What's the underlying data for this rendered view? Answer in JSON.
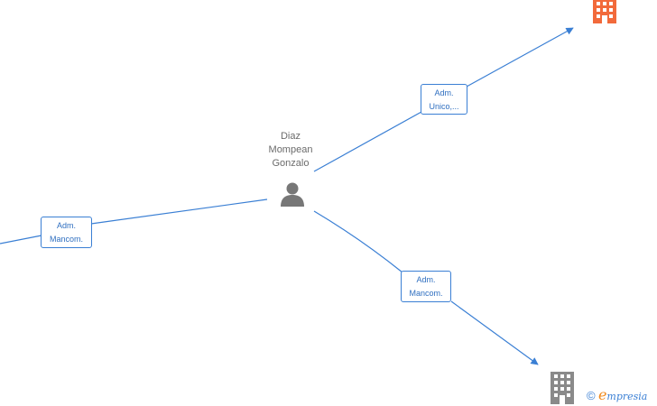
{
  "person": {
    "name_lines": [
      "Diaz",
      "Mompean",
      "Gonzalo"
    ],
    "icon": "person-icon"
  },
  "edges": [
    {
      "id": "edge-top-right",
      "label_lines": [
        "Adm.",
        "Unico,..."
      ]
    },
    {
      "id": "edge-left",
      "label_lines": [
        "Adm.",
        "Mancom."
      ]
    },
    {
      "id": "edge-bottom-right",
      "label_lines": [
        "Adm.",
        "Mancom."
      ]
    }
  ],
  "companies": [
    {
      "id": "company-top-right",
      "icon": "building-icon",
      "color": "#f26a3b"
    },
    {
      "id": "company-bottom-right",
      "icon": "building-icon",
      "color": "#8a8a8a"
    }
  ],
  "brand": {
    "copyright": "©",
    "e": "e",
    "rest": "mpresia"
  },
  "colors": {
    "edge": "#3a7fd4",
    "person": "#777777"
  }
}
